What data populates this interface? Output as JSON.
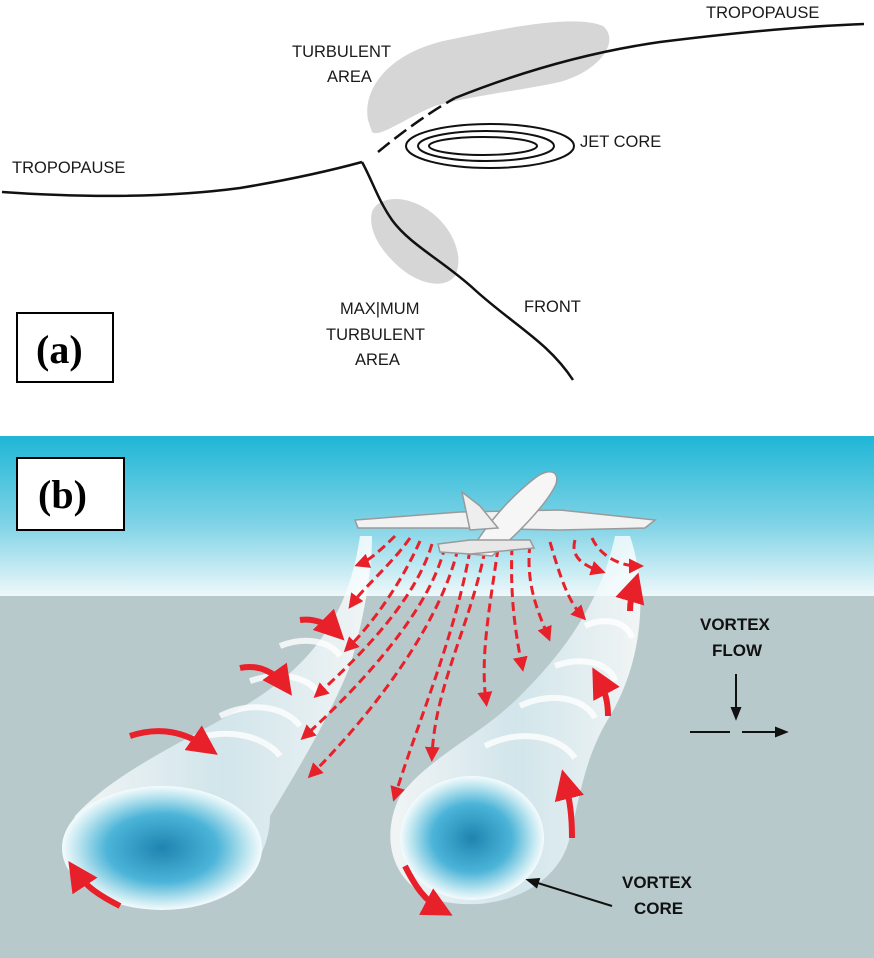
{
  "panel_a": {
    "tag": "(a)",
    "labels": {
      "tropopause_right": "TROPOPAUSE",
      "tropopause_left": "TROPOPAUSE",
      "turbulent_area_line1": "TURBULENT",
      "turbulent_area_line2": "AREA",
      "jet_core": "JET CORE",
      "max_turb_line1": "MAX|MUM",
      "max_turb_line2": "TURBULENT",
      "max_turb_line3": "AREA",
      "front": "FRONT"
    }
  },
  "panel_b": {
    "tag": "(b)",
    "labels": {
      "vortex_flow_line1": "VORTEX",
      "vortex_flow_line2": "FLOW",
      "vortex_core_line1": "VORTEX",
      "vortex_core_line2": "CORE"
    }
  },
  "colors": {
    "sky_top": "#1fb6d6",
    "sky_bottom": "#eaf6f9",
    "ground": "#b8c9cc",
    "arrow_red": "#e8202a",
    "turbulence_gray": "#d6d6d6"
  }
}
